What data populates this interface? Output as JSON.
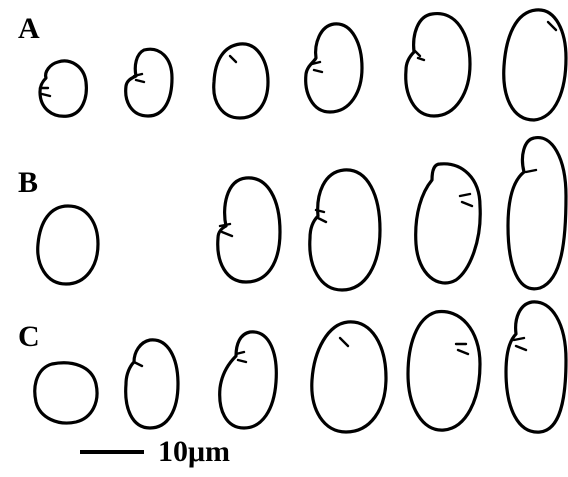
{
  "figure": {
    "rows": [
      {
        "label": "A",
        "cells": 6
      },
      {
        "label": "B",
        "cells": 5
      },
      {
        "label": "C",
        "cells": 6
      }
    ],
    "scale_bar": {
      "text": "10μm"
    },
    "colors": {
      "stroke": "#000000",
      "background": "#ffffff"
    }
  }
}
